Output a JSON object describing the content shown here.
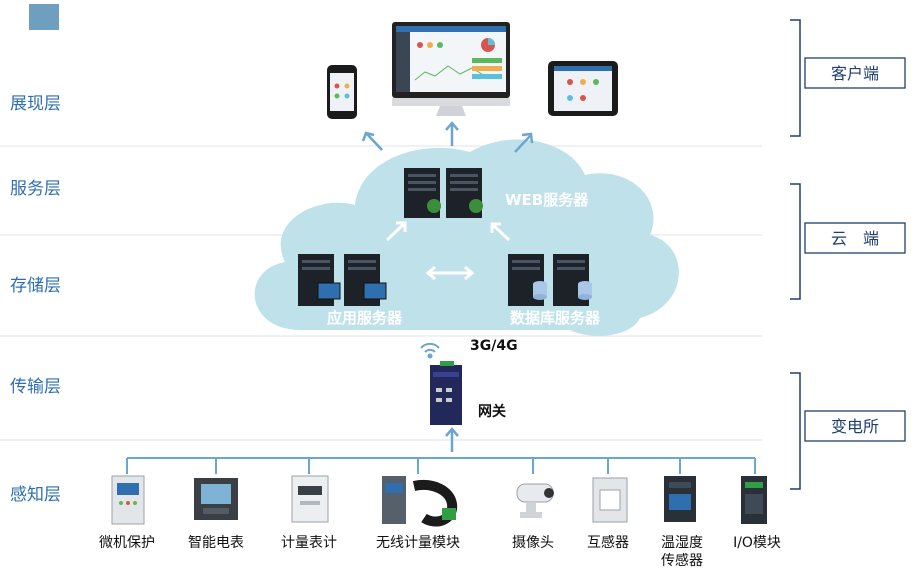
{
  "layers": {
    "presentation": "展现层",
    "service": "服务层",
    "storage": "存储层",
    "transport": "传输层",
    "perception": "感知层"
  },
  "sides": {
    "client": "客户端",
    "cloud": "云　端",
    "substation": "变电所"
  },
  "cloud": {
    "web_server": "WEB服务器",
    "app_server": "应用服务器",
    "db_server": "数据库服务器"
  },
  "network": {
    "signal": "3G/4G",
    "gateway": "网关"
  },
  "devices": [
    {
      "label": "微机保护"
    },
    {
      "label": "智能电表"
    },
    {
      "label": "计量表计"
    },
    {
      "label": "无线计量模块"
    },
    {
      "label": "摄像头"
    },
    {
      "label": "互感器"
    },
    {
      "label": "温湿度",
      "label2": "传感器"
    },
    {
      "label": "I/O模块"
    }
  ],
  "colors": {
    "accent": "#6e9fbf",
    "layer_text": "#2f6fb0",
    "cloud": "#bfe1ea",
    "arrow": "#6aa6cf",
    "side_box": "#1f3f6f"
  }
}
